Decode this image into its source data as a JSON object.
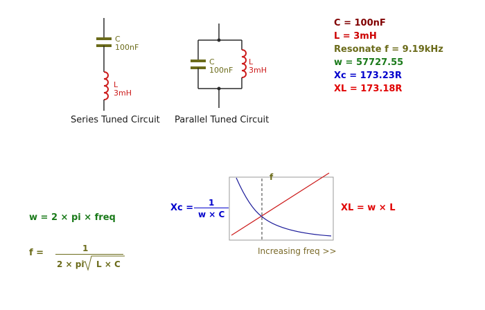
{
  "series_circuit": {
    "caption": "Series Tuned Circuit",
    "c_letter": "C",
    "c_value": "100nF",
    "l_letter": "L",
    "l_value": "3mH"
  },
  "parallel_circuit": {
    "caption": "Parallel Tuned Circuit",
    "c_letter": "C",
    "c_value": "100nF",
    "l_letter": "L",
    "l_value": "3mH"
  },
  "results": [
    {
      "text": "C = 100nF",
      "color": "#800000"
    },
    {
      "text": "L = 3mH",
      "color": "#cc0000"
    },
    {
      "text": "Resonate f = 9.19kHz",
      "color": "#6b6b1a"
    },
    {
      "text": "w = 57727.55",
      "color": "#1a7a1a"
    },
    {
      "text": "Xc = 173.23R",
      "color": "#0000cc"
    },
    {
      "text": "XL = 173.18R",
      "color": "#e00000"
    }
  ],
  "formulas": {
    "omega": "w = 2 × pi × freq",
    "f_label": "f =",
    "f_numerator": "1",
    "f_den_prefix": "2 × pi",
    "f_den_radicand": "L × C",
    "xc_label": "Xc =",
    "xc_numerator": "1",
    "xc_denominator": "w × C",
    "xl": "XL = w × L"
  },
  "graph": {
    "f_marker": "f",
    "x_axis_label": "Increasing freq >>"
  },
  "colors": {
    "wire": "#2a2a2a",
    "capacitor": "#6b6b1a",
    "inductor": "#cc1a1a",
    "xc_curve": "#1a1a99",
    "xl_line": "#cc1a1a",
    "graph_axis": "#999999",
    "marker_line": "#333333"
  }
}
